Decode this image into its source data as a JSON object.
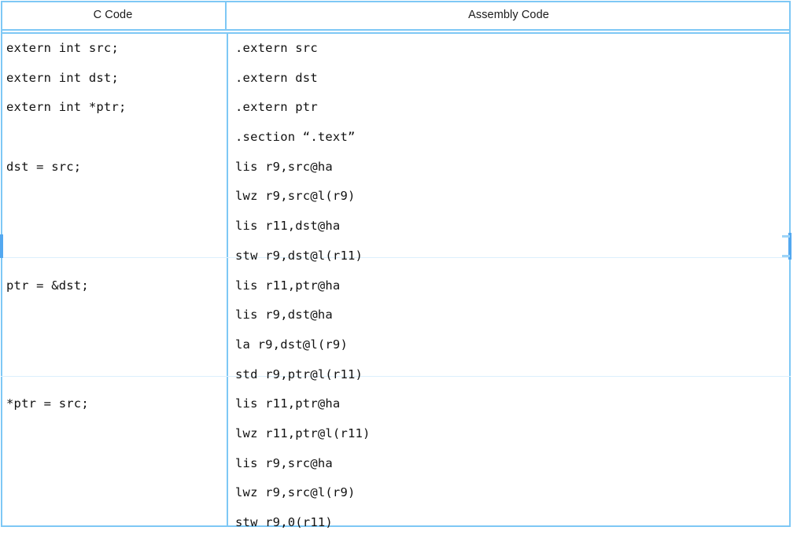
{
  "table": {
    "headers": {
      "c_code": "C Code",
      "assembly_code": "Assembly Code"
    },
    "border_color": "#7ec8f5",
    "accent_color": "#53a8f0",
    "c_lines": [
      "extern int src;",
      "extern int dst;",
      "extern int *ptr;",
      "",
      "dst = src;",
      "",
      "",
      "",
      "ptr = &dst;",
      "",
      "",
      "",
      "*ptr = src;",
      "",
      "",
      "",
      ""
    ],
    "asm_lines": [
      ".extern src",
      ".extern dst",
      ".extern ptr",
      ".section “.text”",
      "lis r9,src@ha",
      "lwz r9,src@l(r9)",
      "lis r11,dst@ha",
      "stw r9,dst@l(r11)",
      "lis r11,ptr@ha",
      "lis r9,dst@ha",
      "la r9,dst@l(r9)",
      "std r9,ptr@l(r11)",
      "lis r11,ptr@ha",
      "lwz r11,ptr@l(r11)",
      "lis r9,src@ha",
      "lwz r9,src@l(r9)",
      "stw r9,0(r11)"
    ]
  }
}
